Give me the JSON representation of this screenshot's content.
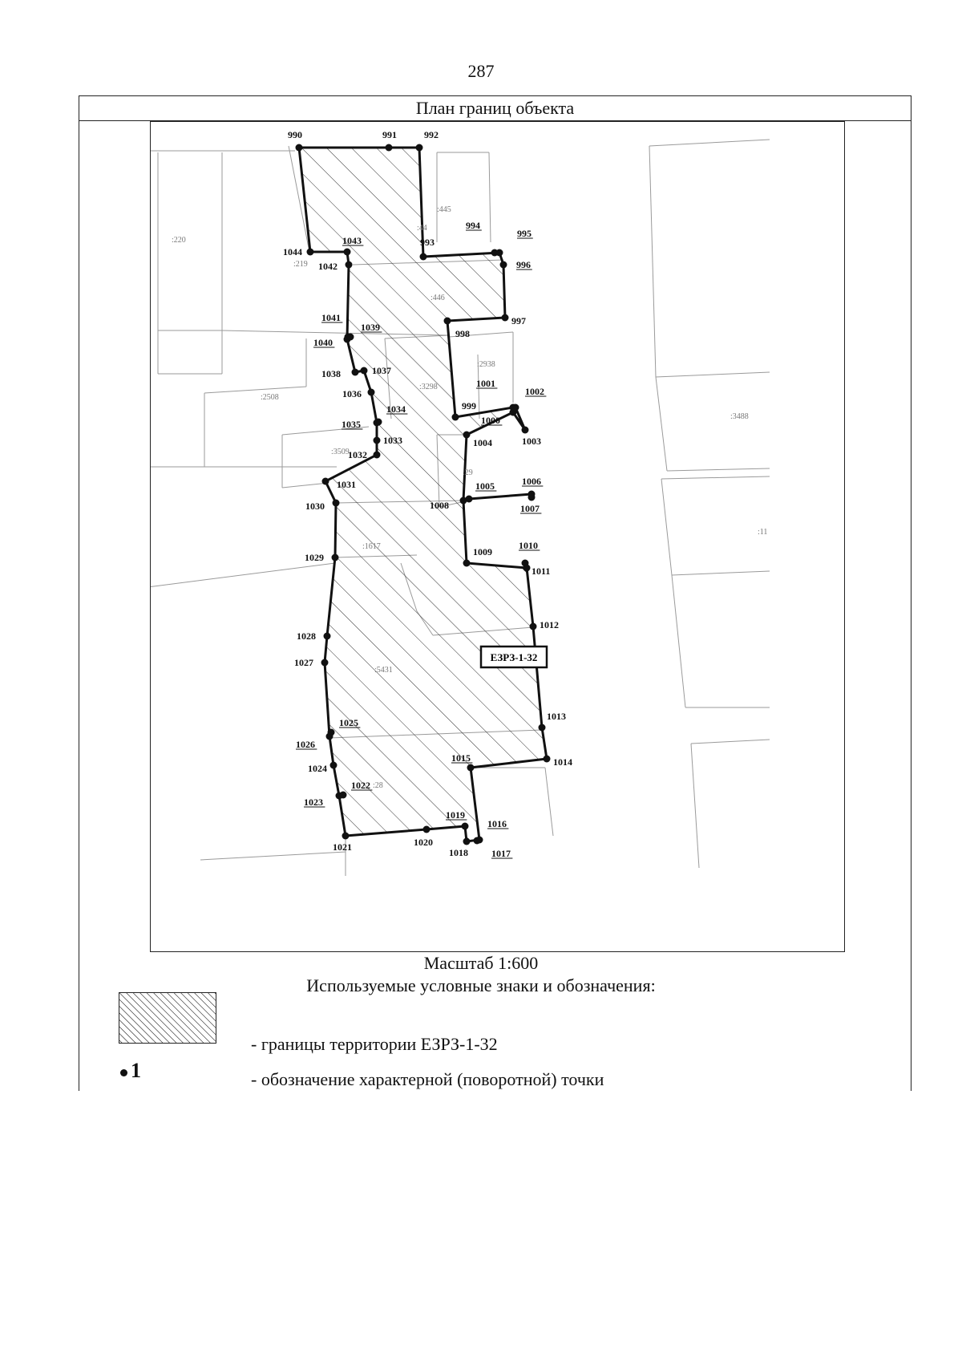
{
  "page_number": "287",
  "title": "План границ объекта",
  "zone_label": "ЕЗРЗ-1-32",
  "scale": "Масштаб 1:600",
  "legend_title": "Используемые условные знаки и обозначения:",
  "legend_items": [
    {
      "symbol": "hatched-area",
      "text": "- границы территории ЕЗРЗ-1-32"
    },
    {
      "symbol": "point",
      "label": "1",
      "text": "- обозначение характерной (поворотной) точки"
    }
  ],
  "parcel_labels": [
    ":220",
    ":219",
    ":445",
    ":44",
    ":446",
    ":2508",
    ":3298",
    ":2938",
    ":3509",
    ":29",
    ":1617",
    ":5431",
    ":28",
    ":3488",
    ":11"
  ],
  "points": [
    "990",
    "991",
    "992",
    "993",
    "994",
    "995",
    "996",
    "997",
    "998",
    "999",
    "1000",
    "1001",
    "1002",
    "1003",
    "1004",
    "1005",
    "1006",
    "1007",
    "1008",
    "1009",
    "1010",
    "1011",
    "1012",
    "1013",
    "1014",
    "1015",
    "1016",
    "1017",
    "1018",
    "1019",
    "1020",
    "1021",
    "1022",
    "1023",
    "1024",
    "1025",
    "1026",
    "1027",
    "1028",
    "1029",
    "1030",
    "1031",
    "1032",
    "1033",
    "1034",
    "1035",
    "1036",
    "1037",
    "1038",
    "1039",
    "1040",
    "1041",
    "1042",
    "1043",
    "1044"
  ],
  "colors": {
    "boundary": "#111111",
    "parcel_lines": "#9a9a9a",
    "hatch": "#333333"
  }
}
